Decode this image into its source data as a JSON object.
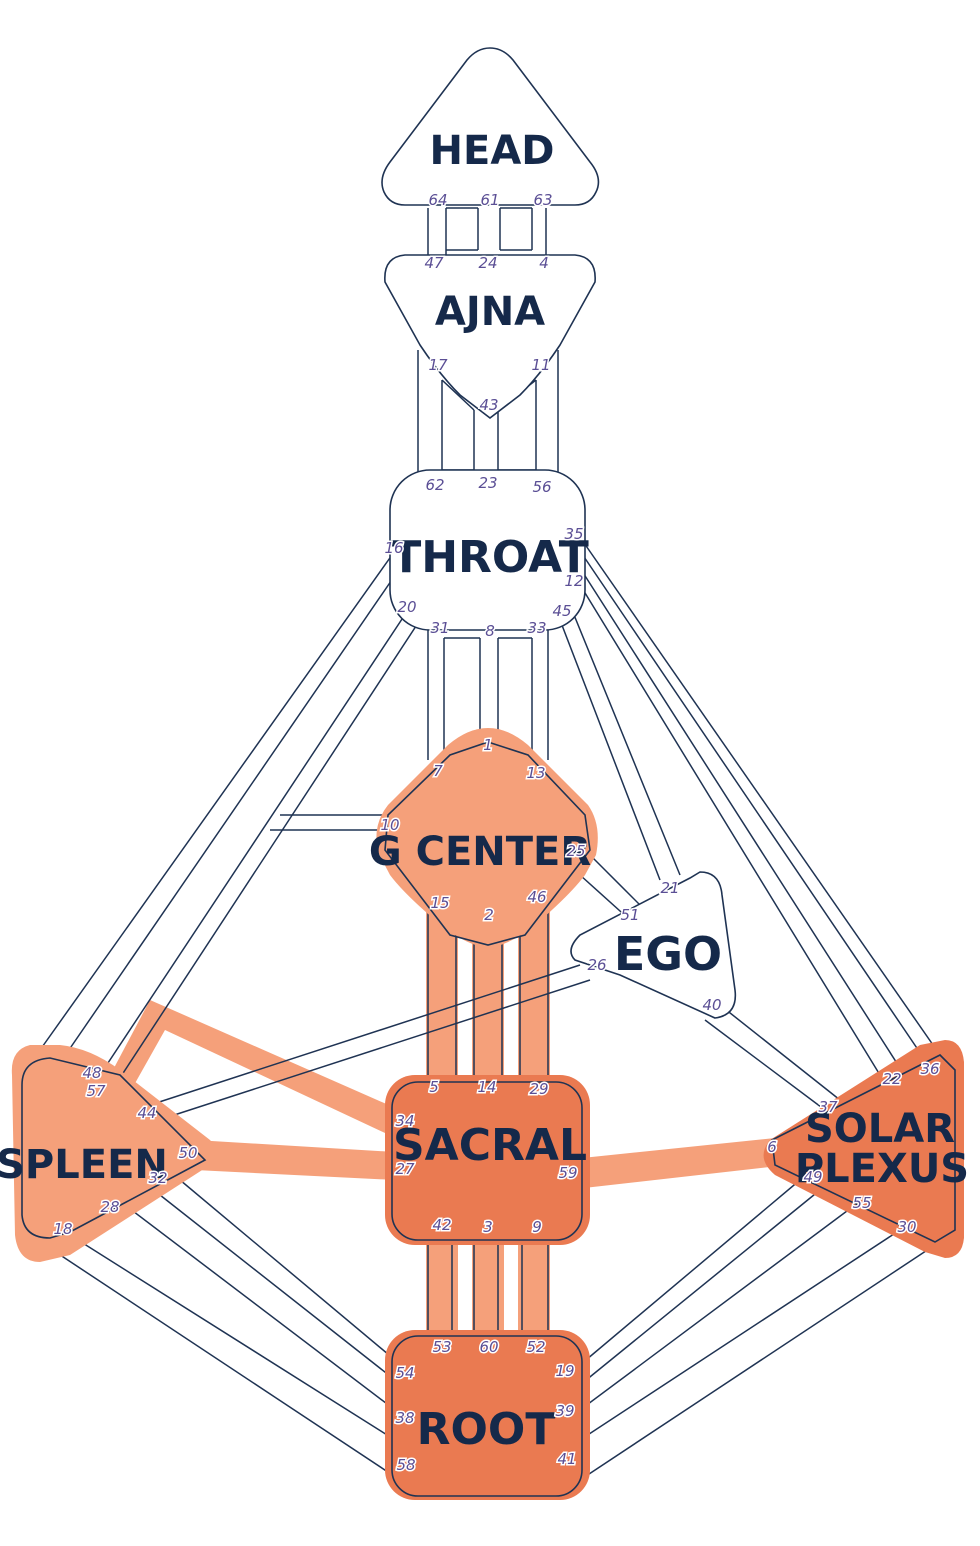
{
  "centers": {
    "head": {
      "label": "HEAD",
      "defined": false
    },
    "ajna": {
      "label": "AJNA",
      "defined": false
    },
    "throat": {
      "label": "THROAT",
      "defined": false
    },
    "g_center": {
      "label": "G CENTER",
      "defined": true
    },
    "ego": {
      "label": "EGO",
      "defined": false
    },
    "spleen": {
      "label": "SPLEEN",
      "defined": true
    },
    "sacral": {
      "label": "SACRAL",
      "defined": true
    },
    "solar_plexus": {
      "label_line1": "SOLAR",
      "label_line2": "PLEXUS",
      "defined": true
    },
    "root": {
      "label": "ROOT",
      "defined": true
    }
  },
  "gates": {
    "head": [
      "64",
      "61",
      "63"
    ],
    "ajna": [
      "47",
      "24",
      "4",
      "17",
      "43",
      "11"
    ],
    "throat": [
      "62",
      "23",
      "56",
      "16",
      "35",
      "12",
      "20",
      "31",
      "8",
      "33",
      "45"
    ],
    "g_center": [
      "1",
      "7",
      "13",
      "10",
      "25",
      "15",
      "2",
      "46"
    ],
    "ego": [
      "21",
      "51",
      "26",
      "40"
    ],
    "spleen": [
      "48",
      "57",
      "44",
      "50",
      "32",
      "28",
      "18"
    ],
    "sacral": [
      "5",
      "14",
      "29",
      "34",
      "27",
      "59",
      "42",
      "3",
      "9"
    ],
    "solar_plexus": [
      "36",
      "22",
      "37",
      "6",
      "49",
      "55",
      "30"
    ],
    "root": [
      "53",
      "60",
      "52",
      "54",
      "19",
      "38",
      "39",
      "58",
      "41"
    ]
  },
  "colors": {
    "defined_light": "#f5a07a",
    "defined_dark": "#ea7a51",
    "outline": "#1f3353",
    "label": "#15294a",
    "gate_number": "#5b4f95"
  }
}
